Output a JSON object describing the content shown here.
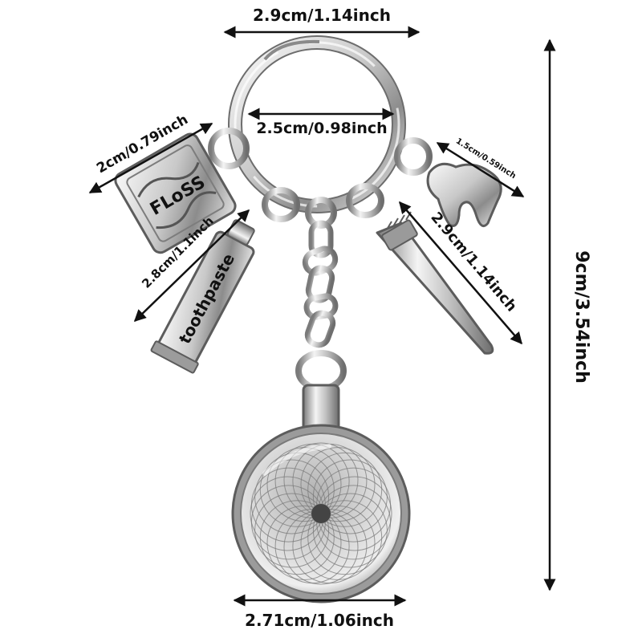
{
  "measurements": {
    "ring_outer": "2.9cm/1.14inch",
    "ring_inner": "2.5cm/0.98inch",
    "floss_width": "2cm/0.79inch",
    "tooth_width": "1.5cm/0.59inch",
    "toothpaste_length": "2.8cm/1.1inch",
    "toothbrush_length": "2.9cm/1.14inch",
    "total_height": "9cm/3.54inch",
    "pendant_diameter": "2.71cm/1.06inch"
  },
  "charms": {
    "floss_text": "FLoSS",
    "toothpaste_text": "toothpaste"
  },
  "colors": {
    "silver_light": "#f2f2f2",
    "silver_mid": "#b9b9b9",
    "silver_dark": "#6a6a6a",
    "arrow": "#111111"
  }
}
